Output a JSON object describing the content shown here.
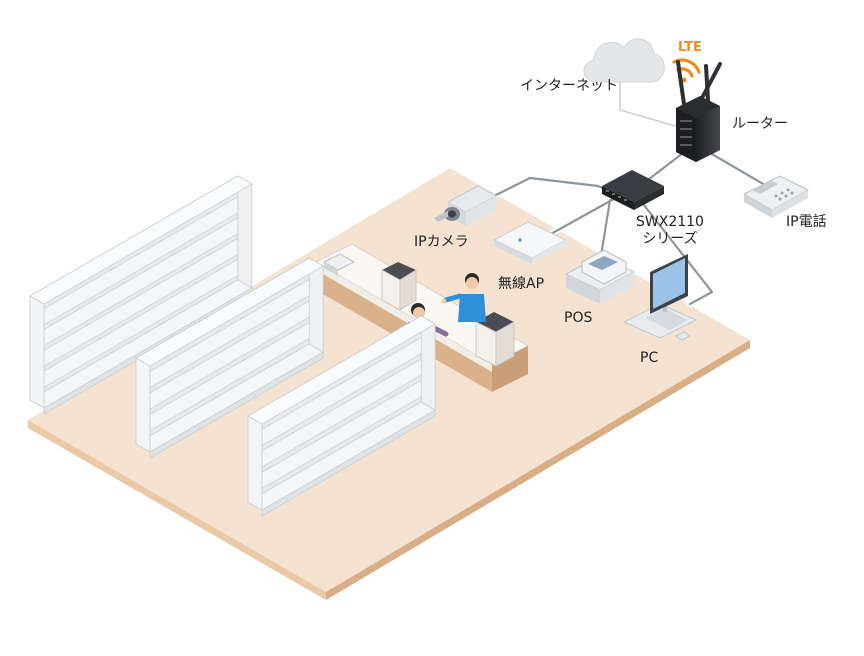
{
  "colors": {
    "floor_top": "#f4e3d0",
    "floor_side": "#d9ae86",
    "cable": "#8e969c",
    "cable_outline": "#dfe3e6",
    "lte": "#f08c1e",
    "device_dark": "#2d2f33",
    "shelf": "#f2f4f6"
  },
  "labels": {
    "internet": "インターネット",
    "lte": "LTE",
    "router": "ルーター",
    "switch": "SWX2110\nシリーズ",
    "switch_line1": "SWX2110",
    "switch_line2": "シリーズ",
    "ip_phone": "IP電話",
    "ip_camera": "IPカメラ",
    "wireless_ap": "無線AP",
    "pos": "POS",
    "pc": "PC"
  },
  "icons": {
    "internet": "cloud-icon",
    "lte": "wifi-signal-icon",
    "router": "router-icon",
    "switch": "switch-icon",
    "ip_phone": "phone-icon",
    "ip_camera": "camera-icon",
    "wireless_ap": "access-point-icon",
    "pos": "register-icon",
    "pc": "monitor-icon"
  }
}
